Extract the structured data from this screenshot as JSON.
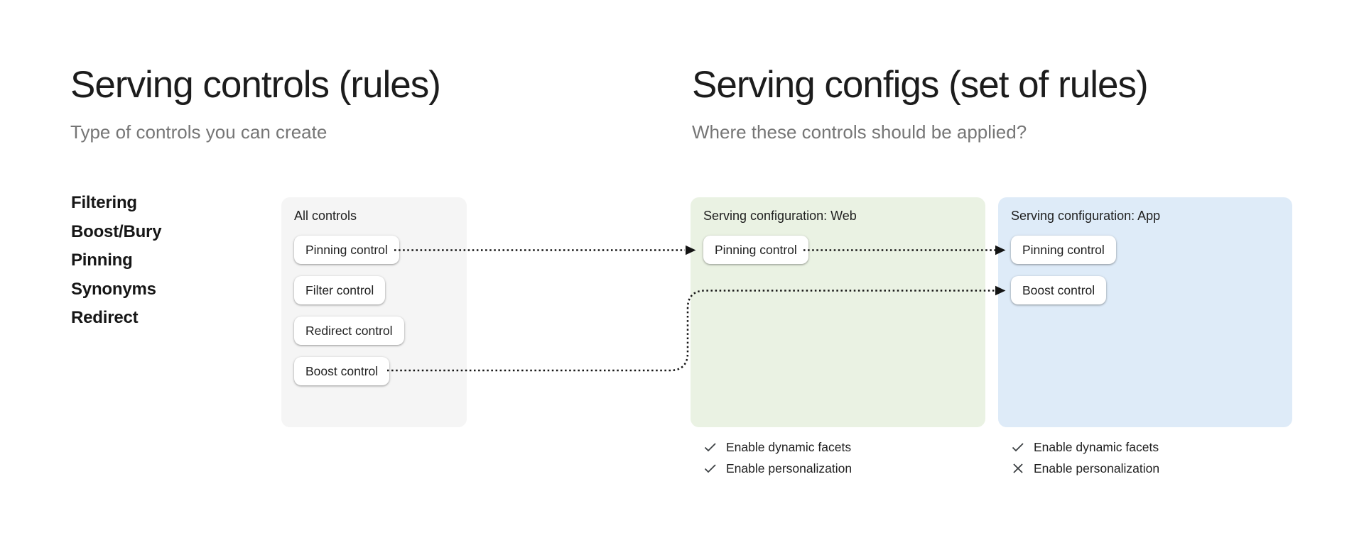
{
  "left_header": {
    "title": "Serving controls (rules)",
    "subtitle": "Type of controls you can create"
  },
  "right_header": {
    "title": "Serving configs (set of rules)",
    "subtitle": "Where these controls should be applied?"
  },
  "control_types": {
    "items": [
      "Filtering",
      "Boost/Bury",
      "Pinning",
      "Synonyms",
      "Redirect"
    ]
  },
  "all_controls_card": {
    "title": "All controls",
    "buttons": [
      "Pinning control",
      "Filter control",
      "Redirect control",
      "Boost control"
    ]
  },
  "web_card": {
    "title": "Serving configuration: Web",
    "buttons": [
      "Pinning control"
    ],
    "settings": [
      {
        "label": "Enable dynamic facets",
        "state": "enabled",
        "icon": "check-icon"
      },
      {
        "label": "Enable personalization",
        "state": "enabled",
        "icon": "check-icon"
      }
    ]
  },
  "app_card": {
    "title": "Serving configuration: App",
    "buttons": [
      "Pinning control",
      "Boost control"
    ],
    "settings": [
      {
        "label": "Enable dynamic facets",
        "state": "enabled",
        "icon": "check-icon"
      },
      {
        "label": "Enable personalization",
        "state": "disabled",
        "icon": "cross-icon"
      }
    ]
  },
  "arrows": [
    {
      "name": "pinning-to-web",
      "from": "all_controls_card.Pinning control",
      "to": "web_card.Pinning control",
      "style": "dotted"
    },
    {
      "name": "pinning-web-to-app",
      "from": "web_card.Pinning control",
      "to": "app_card.Pinning control",
      "style": "dotted"
    },
    {
      "name": "boost-to-app",
      "from": "all_controls_card.Boost control",
      "to": "app_card.Boost control",
      "style": "dotted"
    }
  ],
  "colors": {
    "background": "#ffffff",
    "gray_card": "#f5f5f5",
    "green_card": "#eaf2e3",
    "blue_card": "#deebf8",
    "title_text": "#1c1c1c",
    "subtitle_text": "#767676",
    "body_text": "#1f1f1f",
    "arrow": "#141414",
    "icon": "#3c4043"
  }
}
